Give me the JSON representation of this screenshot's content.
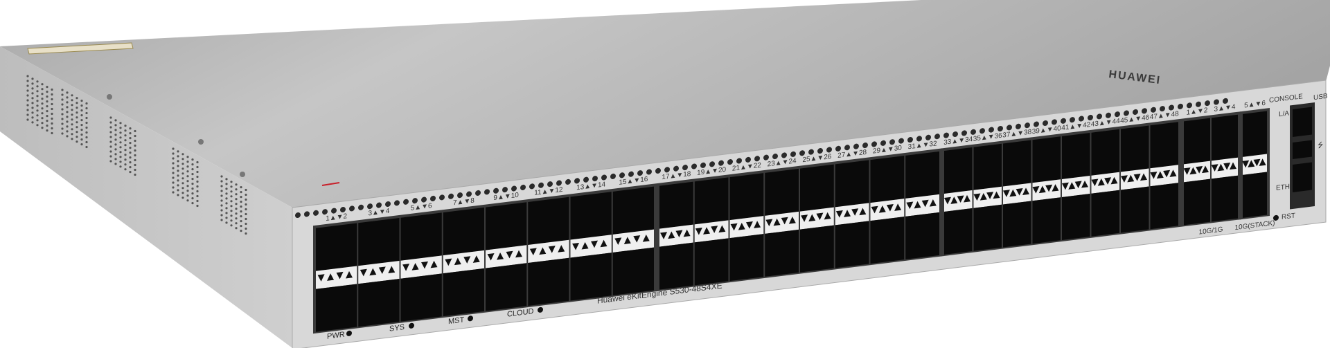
{
  "product": {
    "brand_logo": "HUAWEI",
    "model": "Huawei eKitEngine S530-48S4XE"
  },
  "port_groups": [
    {
      "labels": [
        "1▲▼2",
        "3▲▼4",
        "5▲▼6",
        "7▲▼8",
        "9▲▼10",
        "11▲▼12",
        "13▲▼14",
        "15▲▼16"
      ]
    },
    {
      "labels": [
        "17▲▼18",
        "19▲▼20",
        "21▲▼22",
        "23▲▼24",
        "25▲▼26",
        "27▲▼28",
        "29▲▼30",
        "31▲▼32"
      ]
    },
    {
      "labels": [
        "33▲▼34",
        "35▲▼36",
        "37▲▼38",
        "39▲▼40",
        "41▲▼42",
        "43▲▼44",
        "45▲▼46",
        "47▲▼48"
      ]
    }
  ],
  "uplink": {
    "groups": [
      {
        "labels": [
          "1▲▼2",
          "3▲▼4"
        ],
        "caption": "10G/1G"
      },
      {
        "labels": [
          "5▲▼6"
        ],
        "caption": "10G(STACK)"
      }
    ]
  },
  "leds": [
    "PWR",
    "SYS",
    "MST",
    "CLOUD"
  ],
  "mgmt": {
    "console": "CONSOLE",
    "la": "L/A",
    "usb": "USB",
    "eth": "ETH",
    "rst": "RST"
  },
  "colors": {
    "chassis_top": "#b9b9b9",
    "chassis_front": "#d9d9d9",
    "chassis_side": "#c4c4c4",
    "port": "#0a0a0a",
    "accent_red": "#c8202a"
  }
}
